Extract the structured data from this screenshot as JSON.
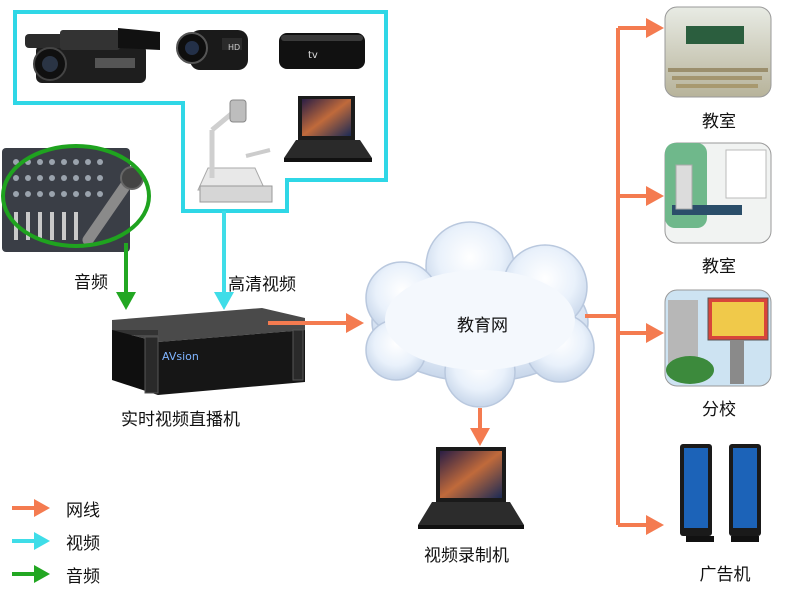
{
  "colors": {
    "network": "#f47b50",
    "video": "#3fdde8",
    "audio": "#22a722",
    "border": "#2fd7e6"
  },
  "labels": {
    "audio": "音频",
    "hd_video": "高清视频",
    "encoder": "实时视频直播机",
    "network": "教育网",
    "recorder": "视频录制机",
    "classroom1": "教室",
    "classroom2": "教室",
    "branch": "分校",
    "ad_machine": "广告机",
    "encoder_brand": "AVsion"
  },
  "legend": [
    {
      "label": "网线",
      "color_key": "network"
    },
    {
      "label": "视频",
      "color_key": "video"
    },
    {
      "label": "音频",
      "color_key": "audio"
    }
  ],
  "icons": [
    "video-camera-icon",
    "hd-camcorder-icon",
    "apple-tv-icon",
    "document-camera-icon",
    "laptop-icon",
    "audio-mixer-icon",
    "microphone-icon",
    "encoder-icon",
    "cloud-icon",
    "classroom-icon",
    "branch-school-icon",
    "ad-kiosk-icon"
  ]
}
